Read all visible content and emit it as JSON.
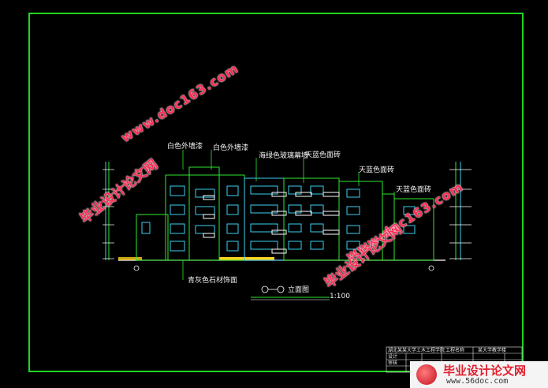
{
  "drawing": {
    "labels": {
      "white_wall_1": "白色外墙漆",
      "white_wall_2": "白色外墙漆",
      "glass_wall": "海绿色玻璃幕墙",
      "sky_blue_1": "天蓝色面砖",
      "sky_blue_2": "天蓝色面砖",
      "sky_blue_3": "天蓝色面砖",
      "stone": "青灰色石材饰面"
    },
    "view_title": "立面图",
    "scale": "1:100"
  },
  "title_block": {
    "school": "湖北某某大学土木工程学院",
    "project_label": "工程名称",
    "project_name": "某大学教学楼",
    "row2": "设计",
    "row3": "审核"
  },
  "watermarks": {
    "url": "www.doc163.com",
    "cn": "毕业设计论文网"
  },
  "brand": {
    "name": "毕业设计论文网",
    "url": "www.56doc.com"
  },
  "colors": {
    "frame": "#1fd61f",
    "lines": "#2ee82e",
    "cyan": "#3ad1f0",
    "yellow": "#ffd21f",
    "watermark": "#ff2d55"
  }
}
